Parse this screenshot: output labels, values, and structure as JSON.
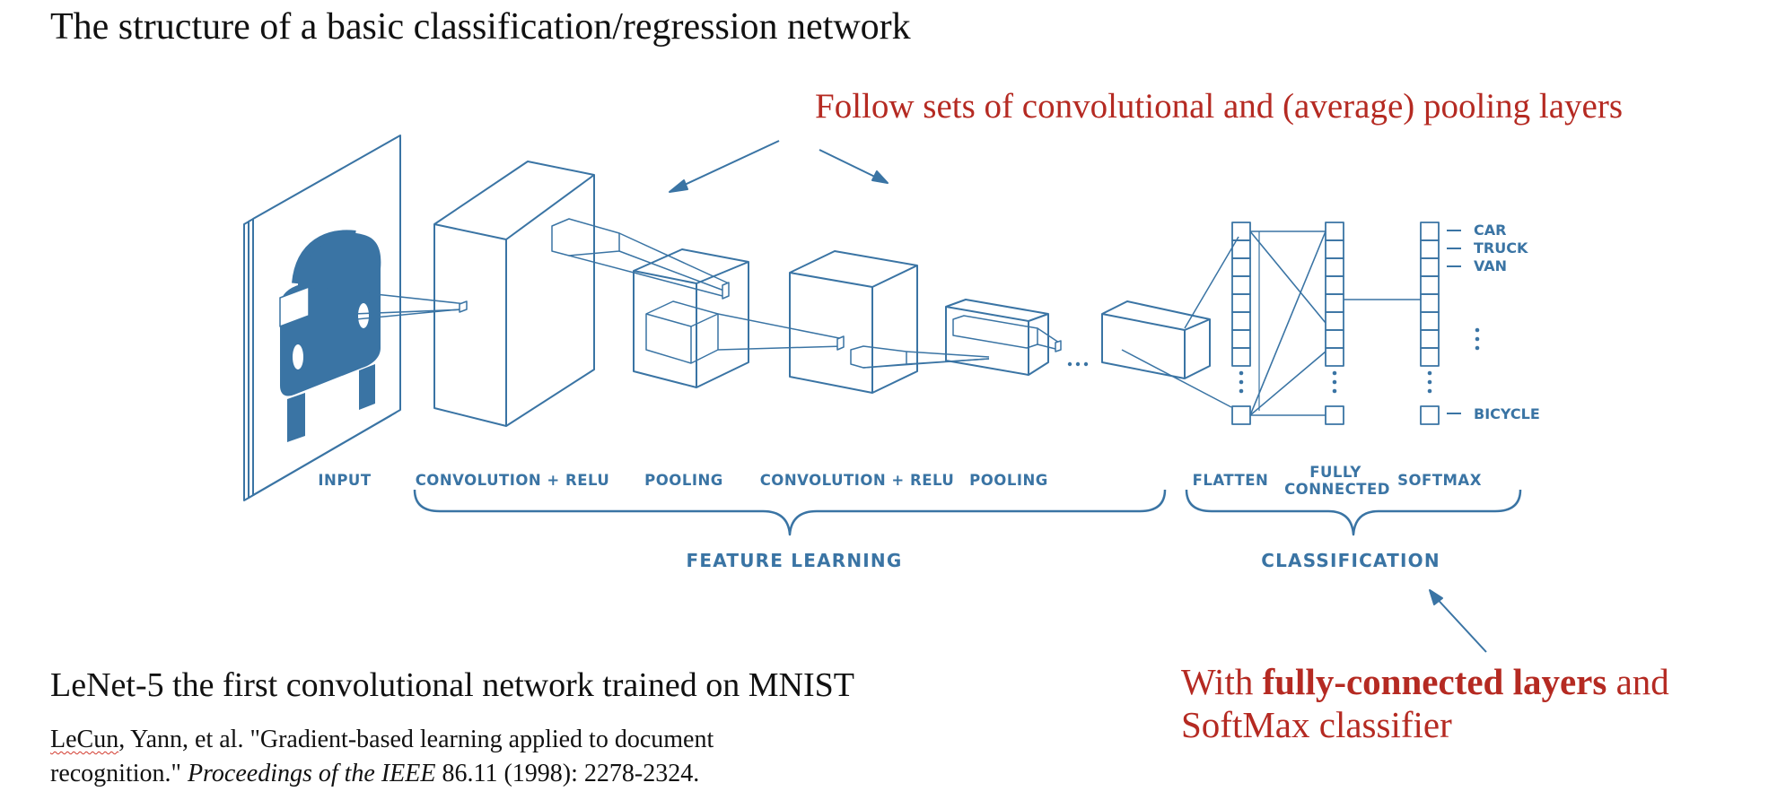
{
  "title": "The structure of a basic classification/regression network",
  "annotation_top": "Follow sets of convolutional and (average) pooling layers",
  "annotation_bottom": {
    "prefix": "With ",
    "bold": "fully-connected layers",
    "suffix": " and",
    "line2": "SoftMax classifier"
  },
  "caption": "LeNet-5 the first convolutional network trained on MNIST",
  "citation": {
    "author": "LeCun",
    "rest_line1": ", Yann, et al. \"Gradient-based learning applied to document",
    "line2_start": "recognition.\" ",
    "journal": "Proceedings of the IEEE",
    "line2_end": " 86.11 (1998): 2278-2324."
  },
  "diagram": {
    "stage_labels": {
      "input": "INPUT",
      "conv1": "CONVOLUTION + RELU",
      "pool1": "POOLING",
      "conv2": "CONVOLUTION + RELU",
      "pool2": "POOLING",
      "flatten": "FLATTEN",
      "fc_line1": "FULLY",
      "fc_line2": "CONNECTED",
      "softmax": "SOFTMAX"
    },
    "group_labels": {
      "feature_learning": "FEATURE LEARNING",
      "classification": "CLASSIFICATION"
    },
    "classes": [
      "CAR",
      "TRUCK",
      "VAN",
      "BICYCLE"
    ],
    "ellipsis": "...",
    "colors": {
      "diagram": "#3a74a4",
      "annotation": "#b52a22",
      "text": "#111111"
    }
  }
}
